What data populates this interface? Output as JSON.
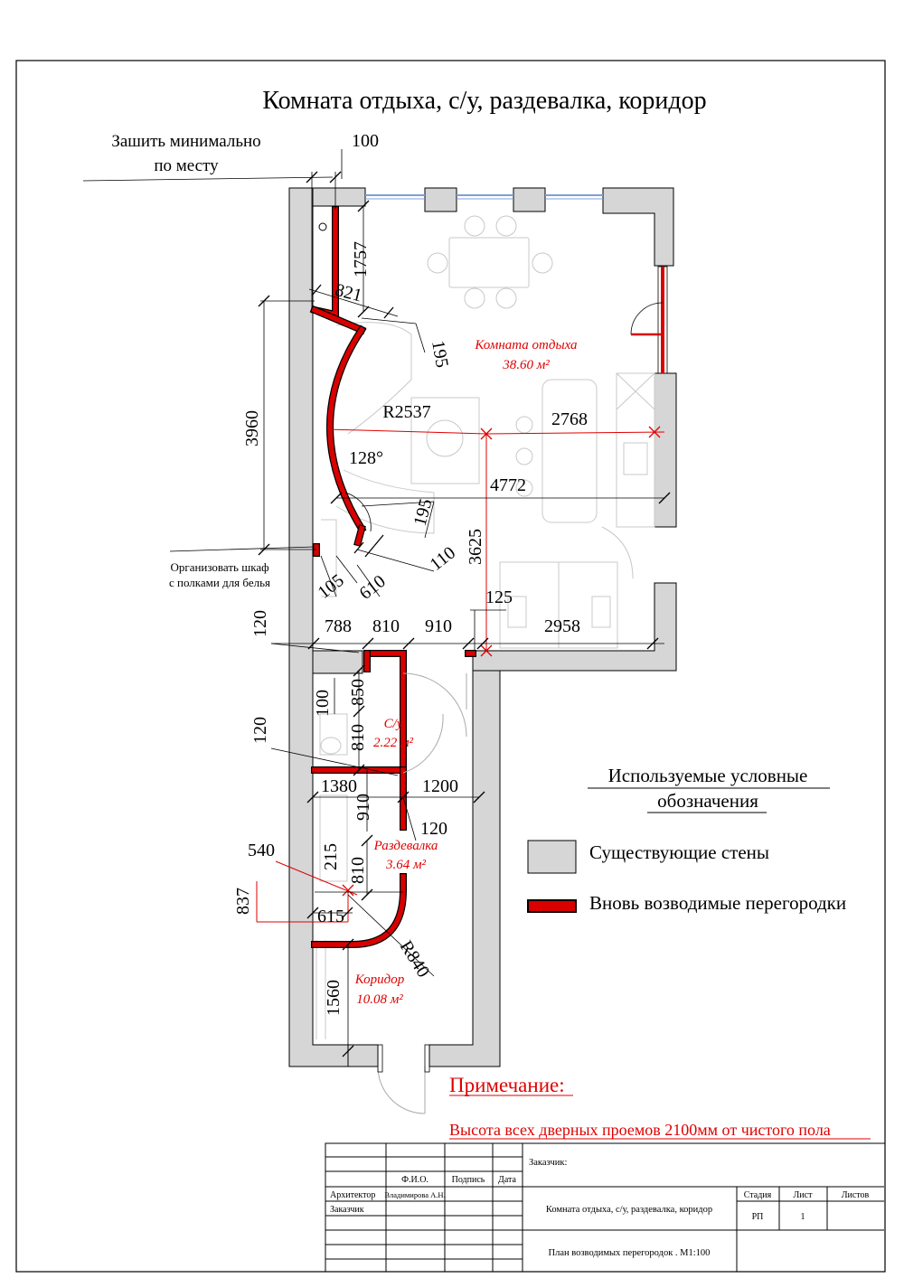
{
  "title": "Комната отдыха, с/у, раздевалка, коридор",
  "notes": {
    "sew_line1": "Зашить минимально",
    "sew_line2": "по месту",
    "wardrobe_line1": "Организовать шкаф",
    "wardrobe_line2": "с полками для белья"
  },
  "rooms": {
    "rest_name": "Комната отдыха",
    "rest_area": "38.60 м²",
    "wc_name": "С/у",
    "wc_area": "2.22 м²",
    "dressing_name": "Раздевалка",
    "dressing_area": "3.64 м²",
    "corridor_name": "Коридор",
    "corridor_area": "10.08 м²"
  },
  "dimensions": {
    "d100_top": "100",
    "d1757": "1757",
    "d821": "821",
    "d195a": "195",
    "d3960": "3960",
    "r2537": "R2537",
    "d2768": "2768",
    "a128": "128°",
    "d4772": "4772",
    "d195b": "195",
    "d3625": "3625",
    "d110": "110",
    "d105": "105",
    "d610": "610",
    "d125": "125",
    "d120a": "120",
    "d788": "788",
    "d810a": "810",
    "d910a": "910",
    "d2958": "2958",
    "d100_wc": "100",
    "d850": "850",
    "d120b": "120",
    "d810b": "810",
    "d1380": "1380",
    "d1200": "1200",
    "d910b": "910",
    "d120c": "120",
    "d540": "540",
    "d215": "215",
    "d810c": "810",
    "d837": "837",
    "d615": "615",
    "r840": "R840",
    "d1560": "1560"
  },
  "legend": {
    "heading_line1": "Используемые условные",
    "heading_line2": "обозначения",
    "existing_walls": "Существующие стены",
    "new_partitions": "Вновь возводимые перегородки"
  },
  "remark": {
    "heading": "Примечание:",
    "text": "Высота всех дверных проемов 2100мм от чистого пола"
  },
  "stamp": {
    "customer_label": "Заказчик:",
    "col_fio": "Ф.И.О.",
    "col_sign": "Подпись",
    "col_date": "Дата",
    "role_architect": "Архитектор",
    "architect_name": "Владимирова А.Н.",
    "role_customer": "Заказчик",
    "project_name": "Комната отдыха, с/у, раздевалка, коридор",
    "sheet_title": "План возводимых перегородок . М1:100",
    "col_stage": "Стадия",
    "col_sheet": "Лист",
    "col_sheets": "Листов",
    "stage_value": "РП",
    "sheet_value": "1"
  },
  "colors": {
    "existing_wall": "#d6d6d6",
    "new_partition": "#d90000",
    "annotation_red": "#e00000",
    "window": "#7f9fd8"
  }
}
